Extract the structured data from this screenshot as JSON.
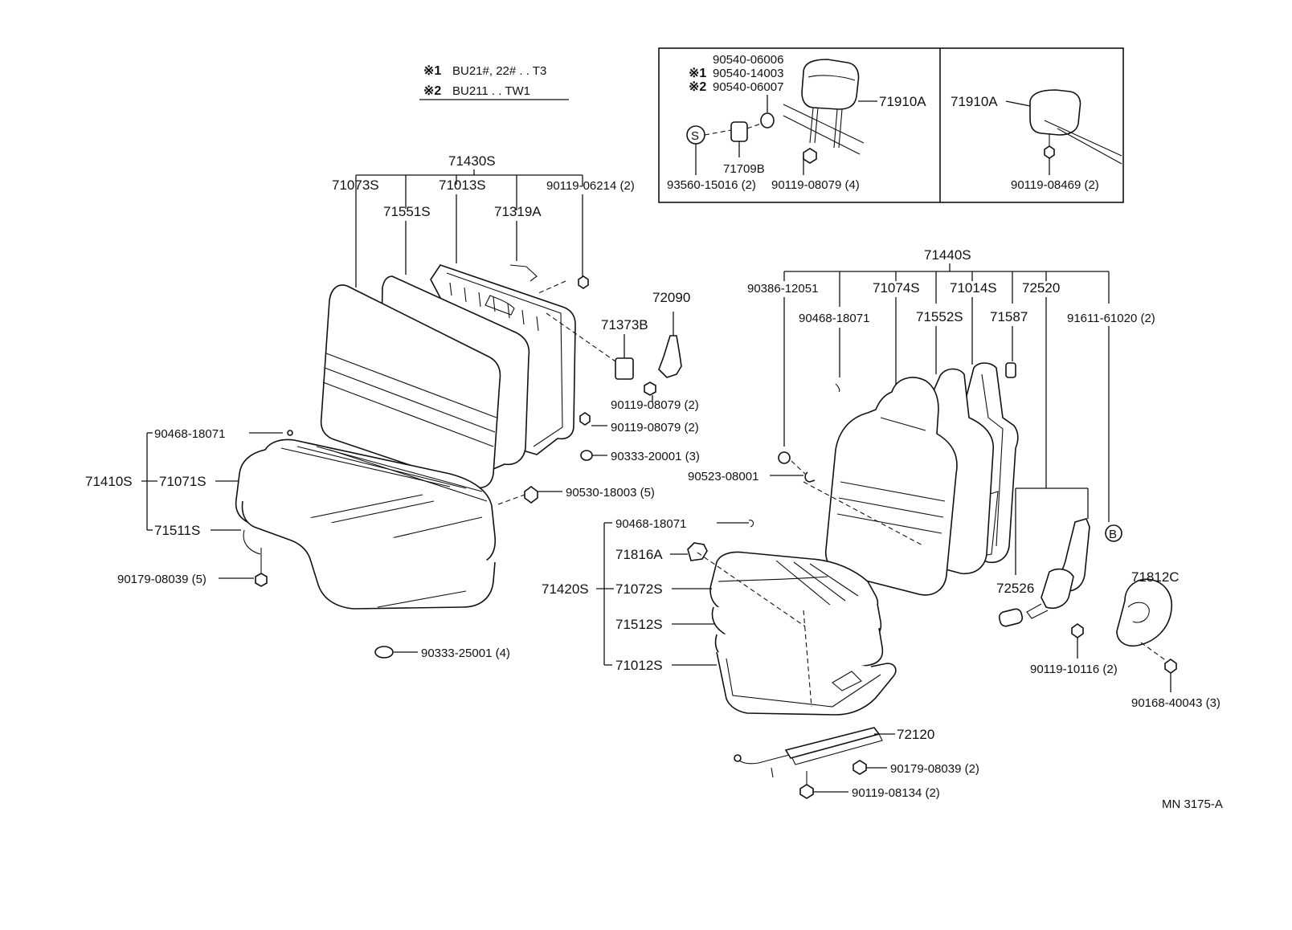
{
  "notes": {
    "note1_mark": "※1",
    "note1_text": "BU21#, 22# . . T3",
    "note2_mark": "※2",
    "note2_text": "BU211 . . TW1"
  },
  "inset": {
    "left": {
      "p1": "90540-06006",
      "p2_mark": "※1",
      "p2": "90540-14003",
      "p3_mark": "※2",
      "p3": "90540-06007",
      "headrest": "71910A",
      "s_symbol": "S",
      "p4": "71709B",
      "p5": "93560-15016 (2)",
      "p6": "90119-08079 (4)"
    },
    "right": {
      "headrest": "71910A",
      "bolt": "90119-08469 (2)"
    }
  },
  "bench": {
    "assy": "71430S",
    "p71073": "71073S",
    "p71013": "71013S",
    "p90119_06214": "90119-06214 (2)",
    "p71551": "71551S",
    "p71319": "71319A",
    "p72090": "72090",
    "p71373": "71373B",
    "p90119_a": "90119-08079 (2)",
    "p90119_b": "90119-08079 (2)",
    "p90333_20001": "90333-20001 (3)",
    "p90468": "90468-18071",
    "p71410": "71410S",
    "p71071": "71071S",
    "p71511": "71511S",
    "p90530": "90530-18003 (5)",
    "p90179": "90179-08039 (5)",
    "p90333_25001": "90333-25001 (4)"
  },
  "bucket": {
    "assy": "71440S",
    "p90386": "90386-12051",
    "p71074": "71074S",
    "p71014": "71014S",
    "p72520": "72520",
    "p90468": "90468-18071",
    "p71552": "71552S",
    "p71587": "71587",
    "p91611": "91611-61020 (2)",
    "p90523": "90523-08001",
    "p90468_b": "90468-18071",
    "p71816": "71816A",
    "p71420": "71420S",
    "p71072": "71072S",
    "p71512": "71512S",
    "p71012": "71012S",
    "p72526": "72526",
    "b_symbol": "B",
    "p71812": "71812C",
    "p90119_10116": "90119-10116 (2)",
    "p90168": "90168-40043 (3)",
    "p72120": "72120",
    "p90179": "90179-08039 (2)",
    "p90119_08134": "90119-08134 (2)"
  },
  "code": "MN 3175-A"
}
